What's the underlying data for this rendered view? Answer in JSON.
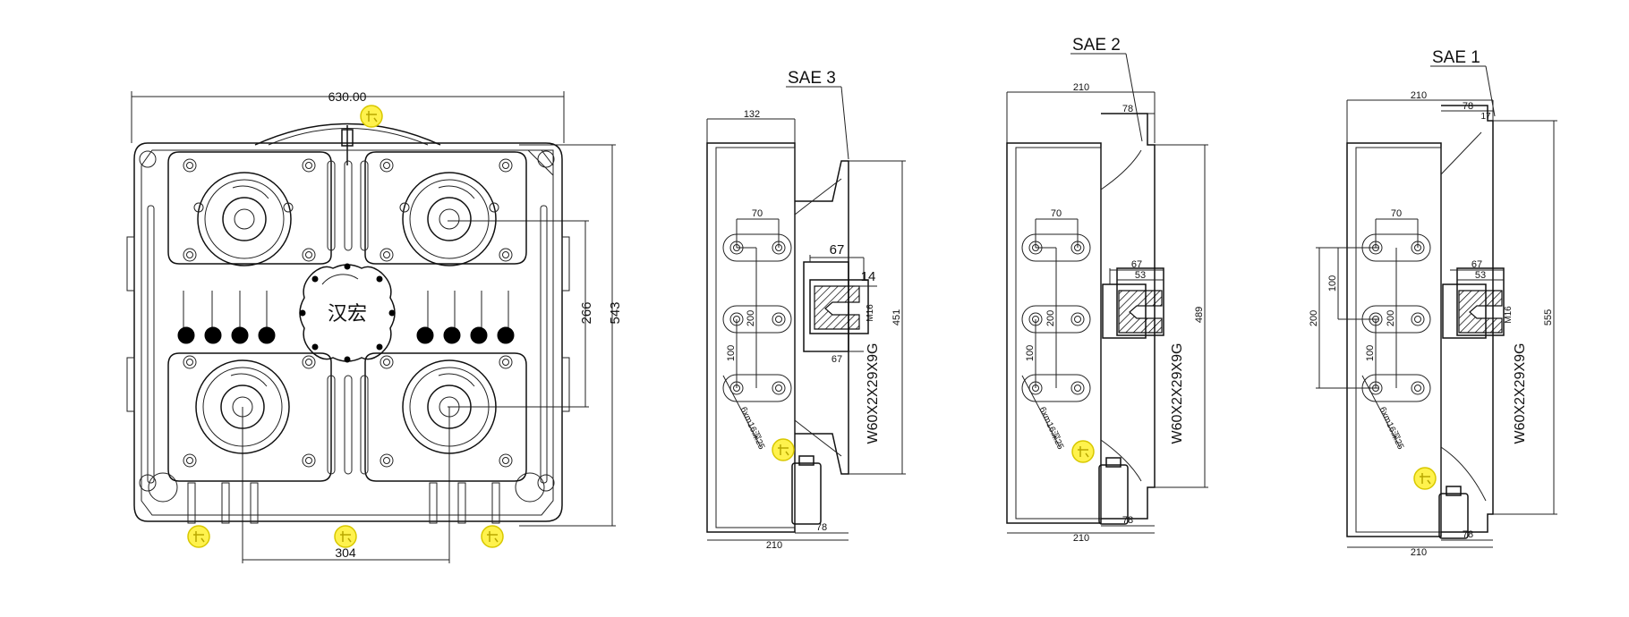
{
  "views": {
    "front": {
      "dims": {
        "width": "630.00",
        "height": "543",
        "vertical_spacing": "266",
        "horizontal_spacing": "304"
      },
      "brand": "汉宏"
    },
    "sae3": {
      "label": "SAE 3",
      "dims": {
        "top": "132",
        "bottom": "210",
        "foot": "78",
        "d70": "70",
        "d200": "200",
        "d100": "100",
        "hub_top": "67",
        "hub_bottom": "67",
        "hub_small": "14",
        "height": "451",
        "thread": "M16",
        "spline": "W60X2X29X9G",
        "holes": "6xm16深25"
      }
    },
    "sae2": {
      "label": "SAE 2",
      "dims": {
        "top": "210",
        "top_right": "78",
        "bottom": "210",
        "foot": "78",
        "d70": "70",
        "d200": "200",
        "d100": "100",
        "hub_top": "67",
        "hub_inner": "53",
        "height": "489",
        "spline": "W60X2X29X9G",
        "holes": "6xm16深25"
      }
    },
    "sae1": {
      "label": "SAE 1",
      "dims": {
        "top": "210",
        "top_right": "78",
        "top_small": "17",
        "bottom": "210",
        "foot": "78",
        "d70": "70",
        "d200": "200",
        "d100": "100",
        "outer_200": "200",
        "outer_100": "100",
        "hub_top": "67",
        "hub_inner": "53",
        "height": "555",
        "thread": "M16",
        "spline": "W60X2X29X9G",
        "holes": "6xm16深25"
      }
    }
  },
  "colors": {
    "line": "#111111",
    "marker": "#fff24d",
    "background": "#ffffff"
  }
}
